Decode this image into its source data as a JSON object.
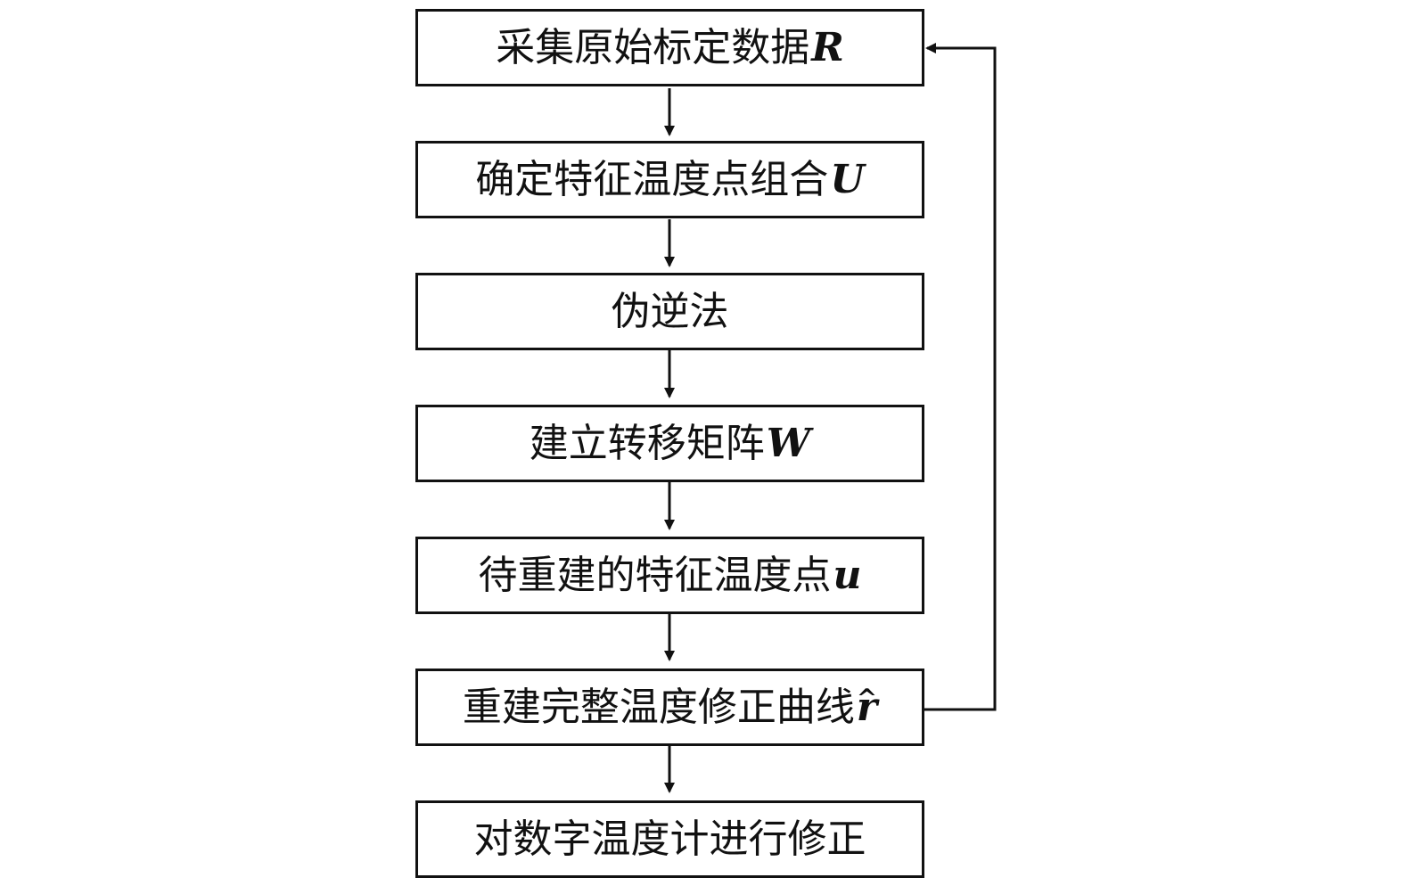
{
  "diagram": {
    "colors": {
      "stroke": "#111111",
      "background": "#ffffff"
    },
    "steps": [
      {
        "id": "collect",
        "text": "采集原始标定数据",
        "math": "R"
      },
      {
        "id": "feature-combo",
        "text": "确定特征温度点组合",
        "math": "U"
      },
      {
        "id": "pseudo-inverse",
        "text": "伪逆法",
        "math": ""
      },
      {
        "id": "transfer-matrix",
        "text": "建立转移矩阵",
        "math": "W"
      },
      {
        "id": "rebuild-points",
        "text": "待重建的特征温度点",
        "math": "u"
      },
      {
        "id": "full-curve",
        "text": "重建完整温度修正曲线",
        "math": "r",
        "math_hat": "^"
      },
      {
        "id": "correct-thermometer",
        "text": "对数字温度计进行修正",
        "math": ""
      }
    ]
  }
}
